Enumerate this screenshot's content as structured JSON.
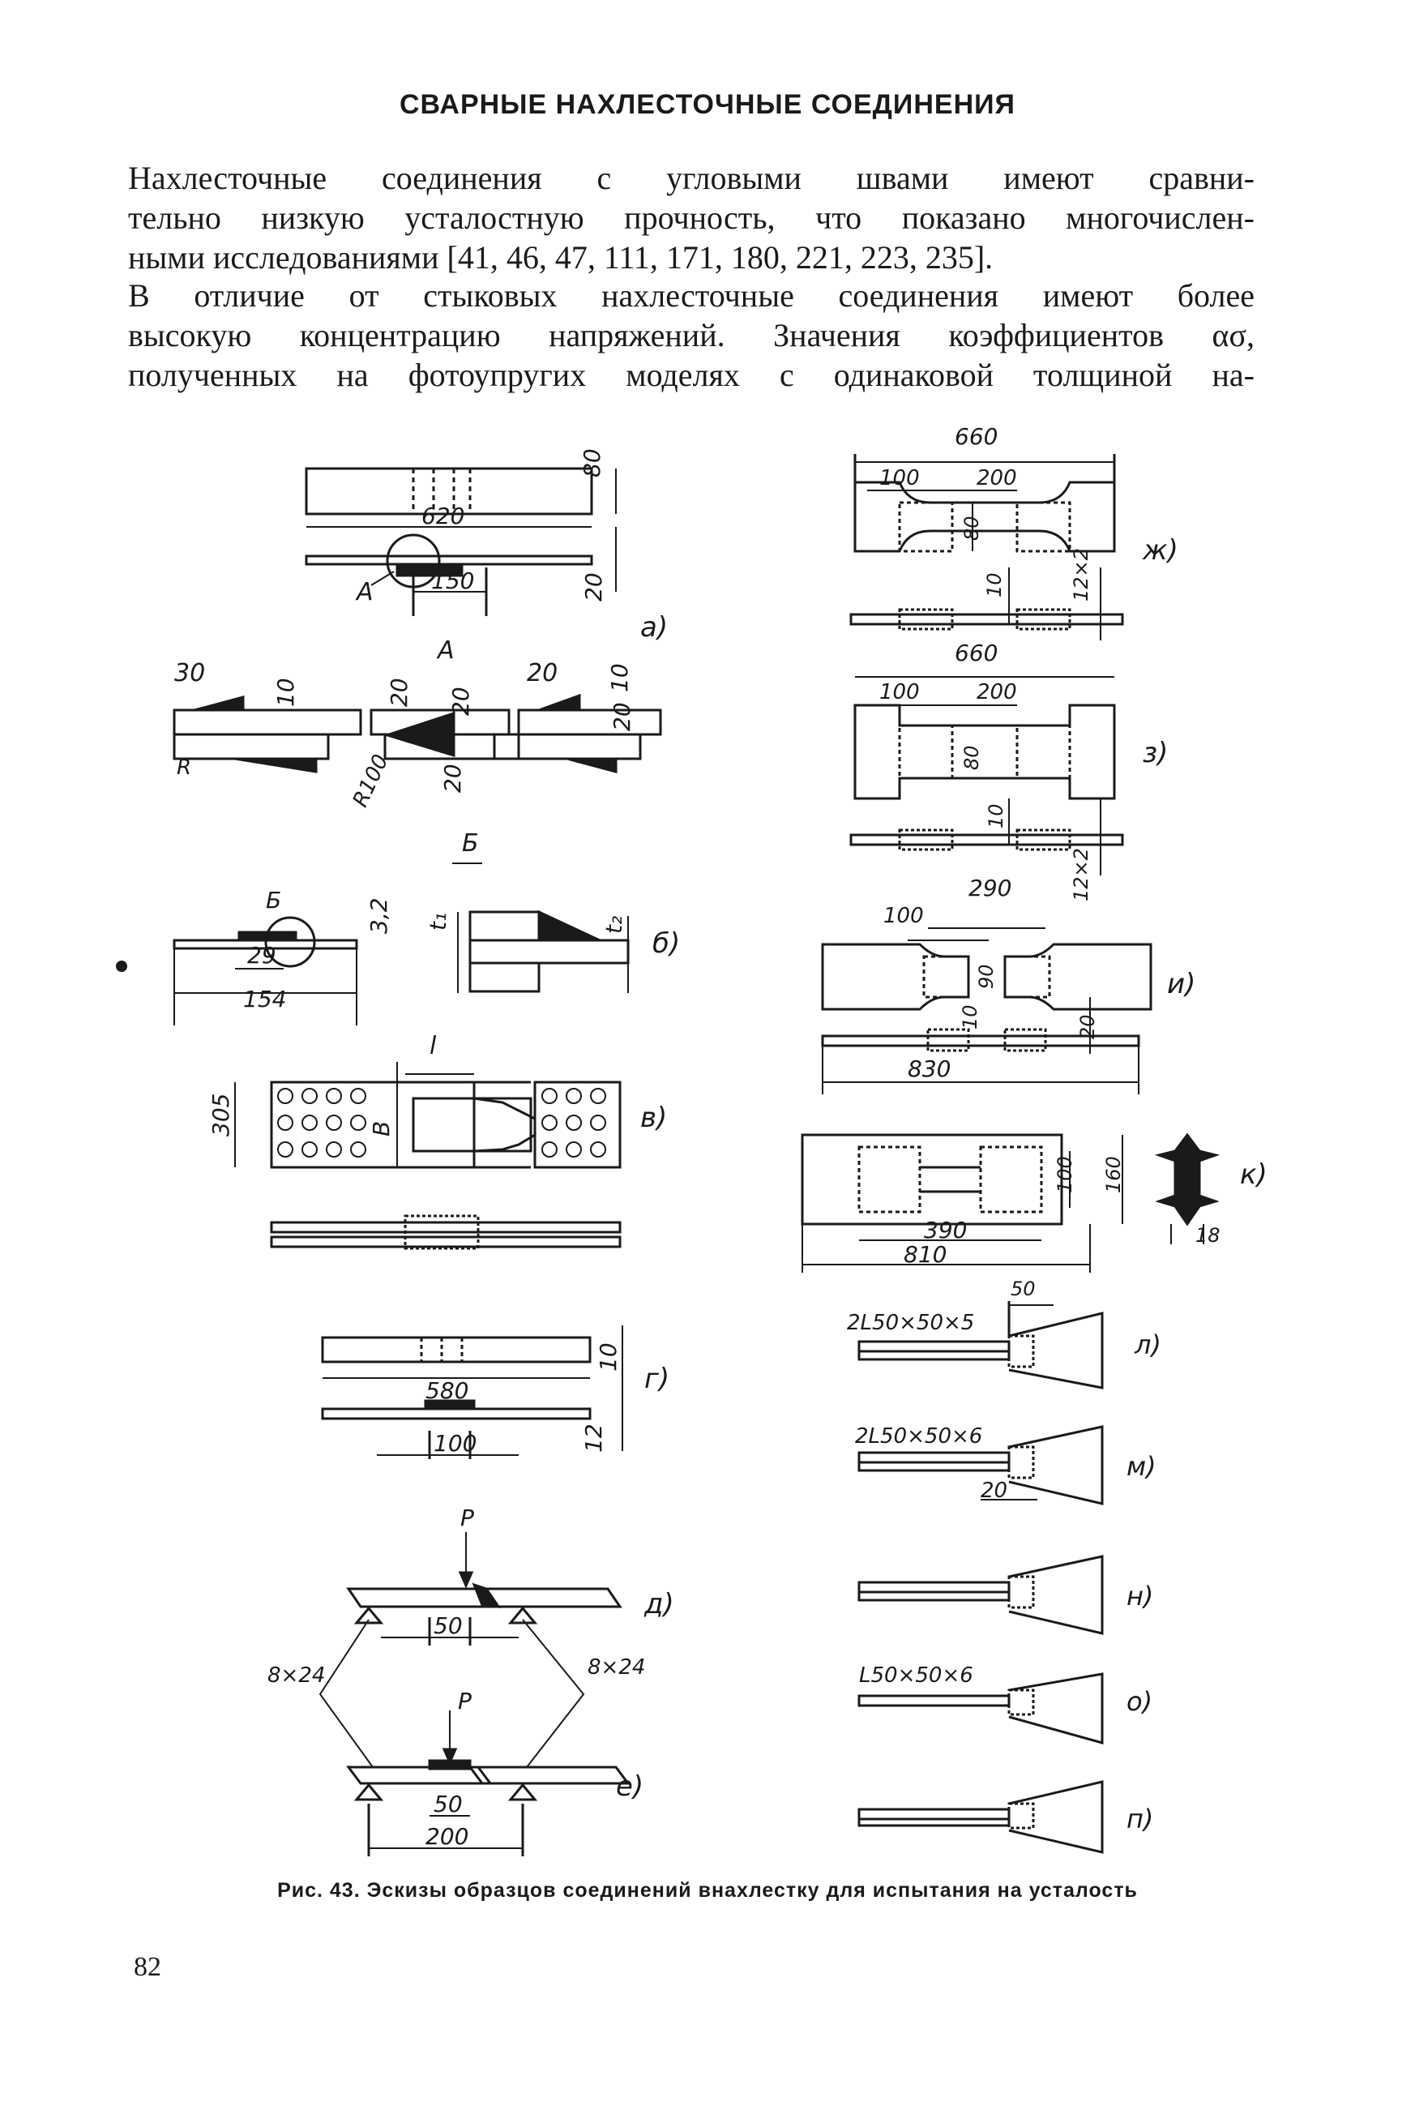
{
  "heading": "СВАРНЫЕ НАХЛЕСТОЧНЫЕ СОЕДИНЕНИЯ",
  "paragraph1": [
    "Нахлесточные соединения с угловыми швами имеют сравни-",
    "тельно низкую усталостную прочность, что показано многочислен-",
    "ными исследованиями [41, 46, 47, 111, 171, 180, 221, 223, 235]."
  ],
  "paragraph2": [
    "В отличие от стыковых нахлесточные соединения имеют более",
    "высокую концентрацию напряжений. Значения коэффициентов ασ,",
    "полученных на фотоупругих моделях с одинаковой толщиной на-"
  ],
  "figure": {
    "panel_labels": {
      "a": "а)",
      "b": "б)",
      "v": "в)",
      "g": "г)",
      "d": "д)",
      "e": "е)",
      "zh": "ж)",
      "z": "з)",
      "i": "и)",
      "k": "к)",
      "l": "л)",
      "m": "м)",
      "n": "н)",
      "o": "о)",
      "p": "п)"
    },
    "dims": {
      "a_80": "80",
      "a_620": "620",
      "a_20": "20",
      "a_150": "150",
      "a_A": "А",
      "det_30": "30",
      "det_10": "10",
      "det_A": "А",
      "det_20a": "20",
      "det_20b": "20",
      "det_20c": "20",
      "det_20d": "20",
      "det_R100": "R100",
      "det_R": "R",
      "det_20e": "20",
      "det_10b": "10",
      "b_B": "Б",
      "b_B2": "Б",
      "b_32": "3,2",
      "b_29": "29",
      "b_154": "154",
      "b_t1": "t₁",
      "b_t2": "t₂",
      "v_l": "l",
      "v_305": "305",
      "v_B": "B",
      "g_10": "10",
      "g_580": "580",
      "g_100": "100",
      "g_12": "12",
      "d_P": "P",
      "d_50": "50",
      "d_8x24a": "8×24",
      "d_8x24b": "8×24",
      "e_P": "P",
      "e_50": "50",
      "e_200": "200",
      "zh_660": "660",
      "zh_100": "100",
      "zh_200": "200",
      "zh_80": "80",
      "zh_10": "10",
      "zh_12x2": "12×2",
      "z_660": "660",
      "z_100": "100",
      "z_200": "200",
      "z_80": "80",
      "z_10": "10",
      "z_12x2": "12×2",
      "i_290": "290",
      "i_100": "100",
      "i_90": "90",
      "i_10": "10",
      "i_20": "20",
      "i_830": "830",
      "k_100": "100",
      "k_160": "160",
      "k_390": "390",
      "k_810": "810",
      "k_18": "18",
      "l_50": "50",
      "l_angle": "2L50×50×5",
      "m_angle": "2L50×50×6",
      "m_20": "20",
      "o_angle": "L50×50×6"
    }
  },
  "caption": "Рис. 43. Эскизы образцов соединений внахлестку для испытания на усталость",
  "page_number": "82"
}
